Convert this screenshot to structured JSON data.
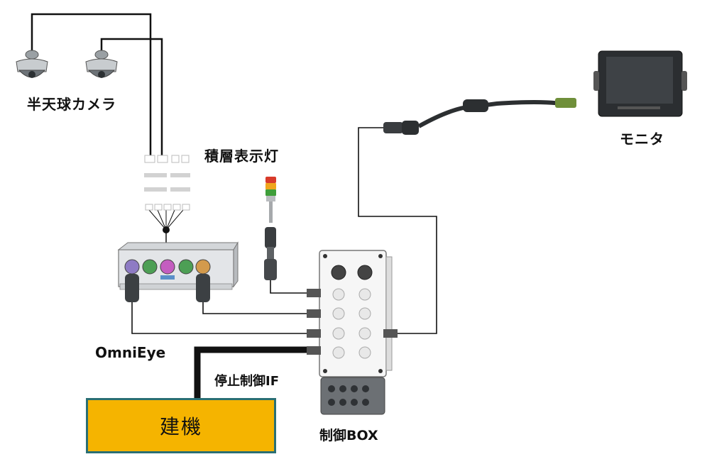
{
  "labels": {
    "camera": "半天球カメラ",
    "signal_tower": "積層表示灯",
    "monitor": "モニタ",
    "omnieye": "OmniEye",
    "stop_control_if": "停止制御IF",
    "control_box": "制御BOX",
    "construction_machine": "建機"
  },
  "colors": {
    "machine_fill": "#f5b400",
    "machine_border": "#2a6f74",
    "wire": "#111111"
  },
  "icons": [
    "dome-camera-icon",
    "signal-tower-icon",
    "monitor-icon",
    "omnieye-unit-icon",
    "control-box-icon",
    "junction-block-icon"
  ]
}
